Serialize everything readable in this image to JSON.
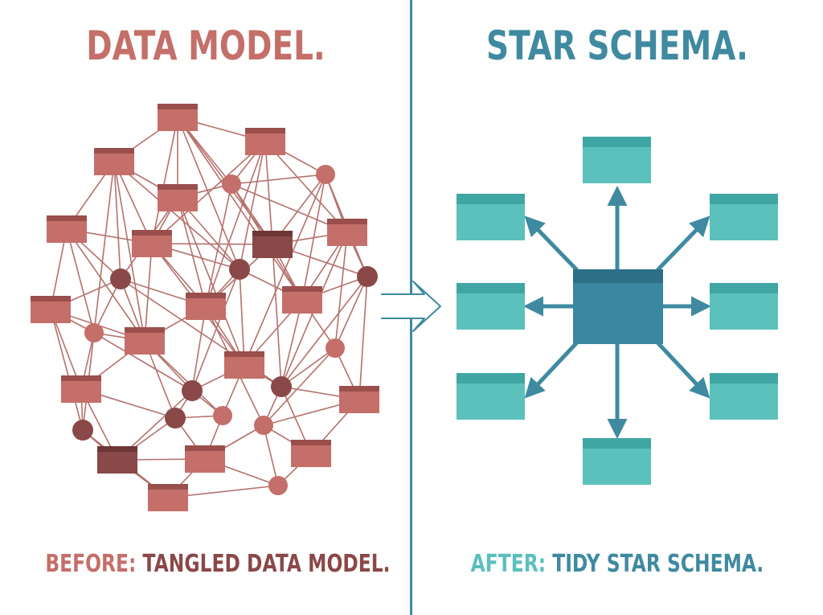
{
  "left_panel": {
    "title": "DATA MODEL.",
    "caption_prefix": "BEFORE:",
    "caption_rest": "TANGLED DATA MODEL.",
    "color_primary": "#c46f6a",
    "color_dark": "#8a4848",
    "color_edge": "#b5716c"
  },
  "right_panel": {
    "title": "STAR SCHEMA.",
    "caption_prefix": "AFTER:",
    "caption_rest": "TIDY STAR SCHEMA.",
    "color_fact": "#3f8aa0",
    "color_dimension": "#5bbfbb",
    "color_arrow": "#3f8aa0"
  },
  "transition": {
    "icon": "arrow-right-icon",
    "color": "#3f8aa0"
  }
}
